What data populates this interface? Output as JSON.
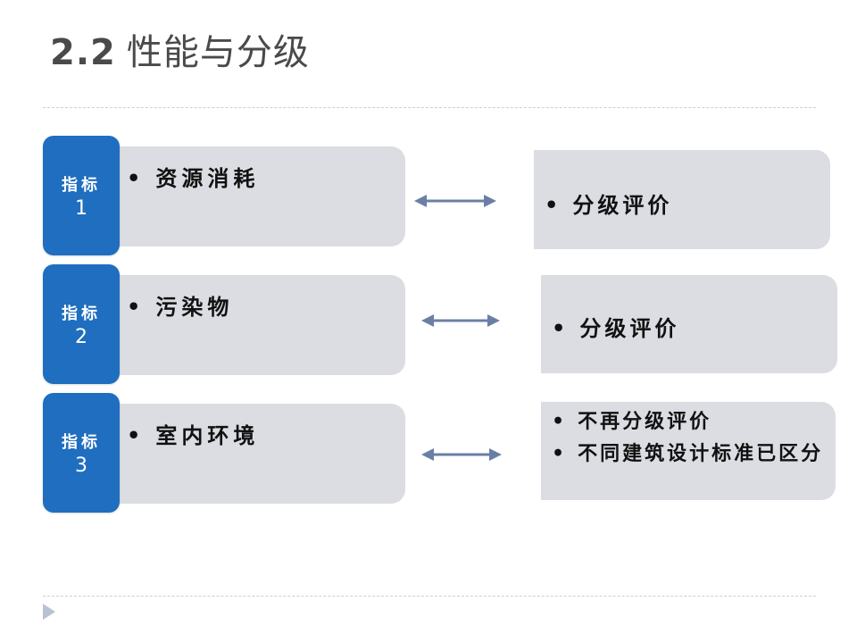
{
  "title": {
    "number": "2.2",
    "text": "性能与分级"
  },
  "rows": [
    {
      "tab_line1": "指标",
      "tab_line2": "1",
      "left_item": "资源消耗",
      "right_items": [
        "分级评价"
      ]
    },
    {
      "tab_line1": "指标",
      "tab_line2": "2",
      "left_item": "污染物",
      "right_items": [
        "分级评价"
      ]
    },
    {
      "tab_line1": "指标",
      "tab_line2": "3",
      "left_item": "室内环境",
      "right_items": [
        "不再分级评价",
        "不同建筑设计标准已区分"
      ]
    }
  ],
  "colors": {
    "tab_blue": "#1f6ebf",
    "box_gray": "#dbdde3",
    "arrow": "#6b7fa6",
    "title": "#4a4a4a"
  },
  "icons": {
    "bullet": "•",
    "double_arrow": "double-arrow-icon",
    "corner": "triangle-right-icon"
  }
}
